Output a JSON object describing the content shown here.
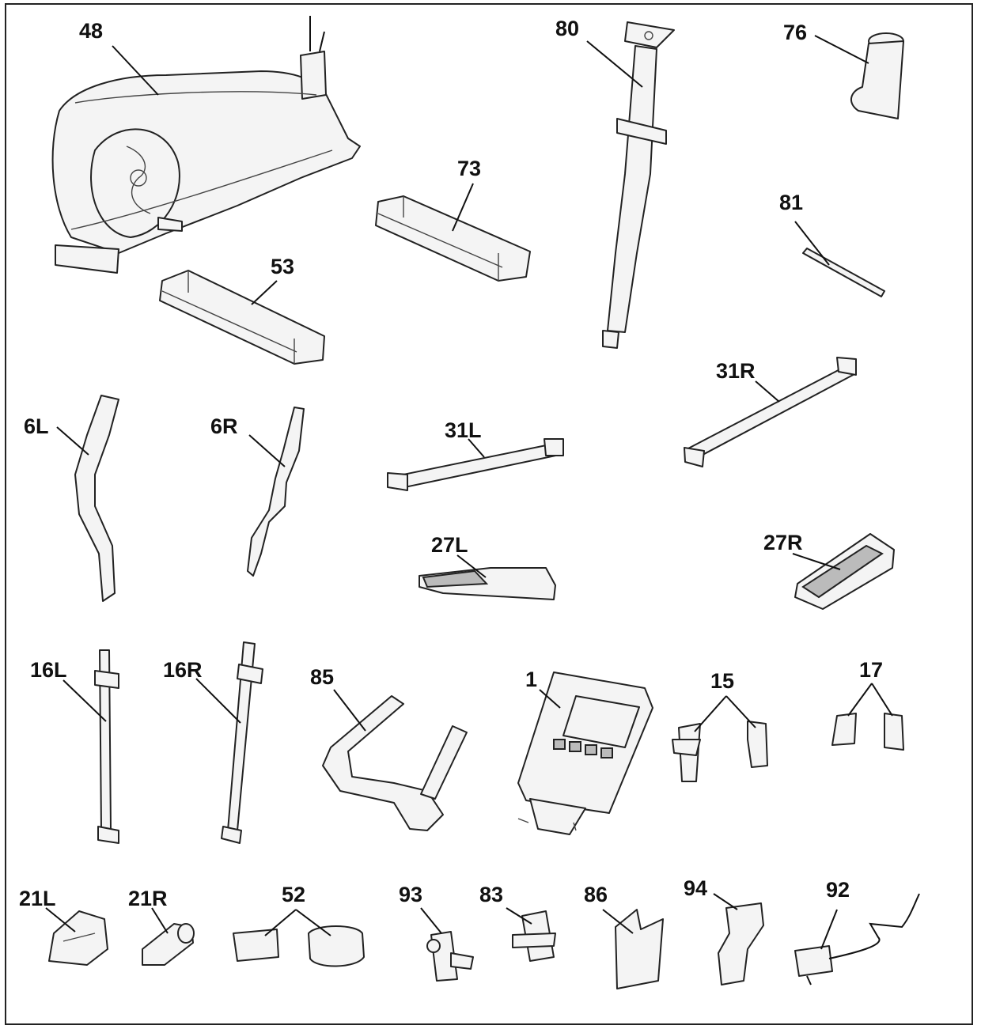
{
  "parts": [
    {
      "id": "p48",
      "label": "48"
    },
    {
      "id": "p80",
      "label": "80"
    },
    {
      "id": "p76",
      "label": "76"
    },
    {
      "id": "p73",
      "label": "73"
    },
    {
      "id": "p81",
      "label": "81"
    },
    {
      "id": "p53",
      "label": "53"
    },
    {
      "id": "p6L",
      "label": "6L"
    },
    {
      "id": "p6R",
      "label": "6R"
    },
    {
      "id": "p31L",
      "label": "31L"
    },
    {
      "id": "p31R",
      "label": "31R"
    },
    {
      "id": "p27L",
      "label": "27L"
    },
    {
      "id": "p27R",
      "label": "27R"
    },
    {
      "id": "p16L",
      "label": "16L"
    },
    {
      "id": "p16R",
      "label": "16R"
    },
    {
      "id": "p85",
      "label": "85"
    },
    {
      "id": "p1",
      "label": "1"
    },
    {
      "id": "p15",
      "label": "15"
    },
    {
      "id": "p17",
      "label": "17"
    },
    {
      "id": "p21L",
      "label": "21L"
    },
    {
      "id": "p21R",
      "label": "21R"
    },
    {
      "id": "p52",
      "label": "52"
    },
    {
      "id": "p93",
      "label": "93"
    },
    {
      "id": "p83",
      "label": "83"
    },
    {
      "id": "p86",
      "label": "86"
    },
    {
      "id": "p94",
      "label": "94"
    },
    {
      "id": "p92",
      "label": "92"
    }
  ]
}
